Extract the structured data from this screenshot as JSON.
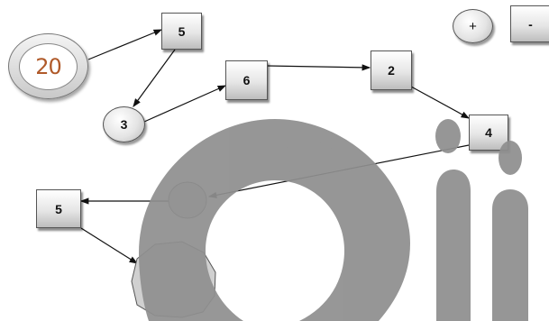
{
  "start_value": "20",
  "controls": {
    "plus_label": "+",
    "minus_label": "-"
  },
  "nodes": {
    "box_5_top": "5",
    "box_6": "6",
    "box_2": "2",
    "box_4": "4",
    "box_5_left": "5",
    "circle_3": "3"
  },
  "colors": {
    "start_value_text": "#b05a2a",
    "watermark": "#8f8f8f",
    "node_face": "#e6e6e6",
    "edge": "#111111"
  },
  "watermark_icon": "qii-logo-watermark"
}
